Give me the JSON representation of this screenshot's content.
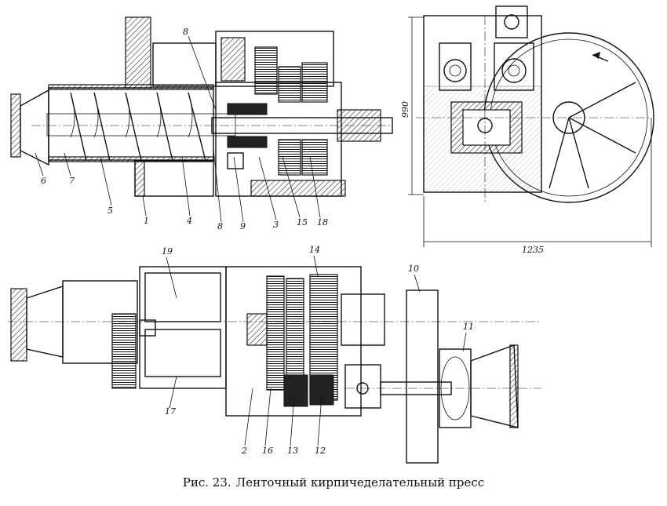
{
  "caption": {
    "prefix": "Рис. 23.",
    "title": "Ленточный кирпичеделательный пресс"
  },
  "side_view": {
    "labels": [
      {
        "id": "6",
        "text": "6"
      },
      {
        "id": "7",
        "text": "7"
      },
      {
        "id": "5",
        "text": "5"
      },
      {
        "id": "1",
        "text": "1"
      },
      {
        "id": "4",
        "text": "4"
      },
      {
        "id": "8a",
        "text": "8"
      },
      {
        "id": "8b",
        "text": "8"
      },
      {
        "id": "9",
        "text": "9"
      },
      {
        "id": "3",
        "text": "3"
      },
      {
        "id": "15",
        "text": "15"
      },
      {
        "id": "18",
        "text": "18"
      }
    ]
  },
  "end_view": {
    "dim_height": "990",
    "dim_width": "1235"
  },
  "plan_view": {
    "labels": [
      {
        "id": "19",
        "text": "19"
      },
      {
        "id": "14",
        "text": "14"
      },
      {
        "id": "10",
        "text": "10"
      },
      {
        "id": "11",
        "text": "11"
      },
      {
        "id": "17",
        "text": "17"
      },
      {
        "id": "2",
        "text": "2"
      },
      {
        "id": "16",
        "text": "16"
      },
      {
        "id": "13",
        "text": "13"
      },
      {
        "id": "12",
        "text": "12"
      }
    ]
  }
}
